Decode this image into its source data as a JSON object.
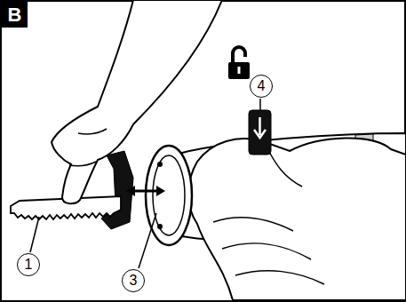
{
  "diagram": {
    "labels": [
      "B",
      "4",
      "1",
      "3"
    ]
  }
}
